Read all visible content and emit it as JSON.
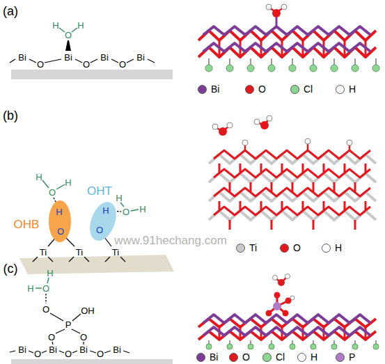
{
  "diagram": {
    "nodes": [
      {
        "text": [
          "OHB",
          "H",
          "O"
        ]
      },
      {
        "text": [
          "OHT",
          "H",
          "O"
        ]
      }
    ],
    "labels": [
      "(a)",
      "H",
      "O",
      "H",
      "Bi",
      "O",
      "Bi",
      "O",
      "Bi",
      "O",
      "Bi",
      "(b)",
      "H",
      "O",
      "H",
      "H",
      "O",
      "H",
      "Ti",
      "Ti",
      "Ti",
      "www.91hechang.com",
      "(c)",
      "H",
      "H",
      "O",
      "O",
      "P",
      "OH",
      "O",
      "O",
      "Bi",
      "O",
      "Bi",
      "O",
      "Bi",
      "O",
      "Bi"
    ],
    "legend": [
      {
        "text": "Bi",
        "color": "#7d3c98"
      },
      {
        "text": "O",
        "color": "#e3171e"
      },
      {
        "text": "Cl",
        "color": "#8fd694"
      },
      {
        "text": "H",
        "color": "#ffffff"
      },
      {
        "text": "Ti",
        "color": "#c8c8c8"
      },
      {
        "text": "O",
        "color": "#e3171e"
      },
      {
        "text": "H",
        "color": "#ffffff"
      },
      {
        "text": "Bi",
        "color": "#7d3c98"
      },
      {
        "text": "O",
        "color": "#e3171e"
      },
      {
        "text": "Cl",
        "color": "#8fd694"
      },
      {
        "text": "H",
        "color": "#ffffff"
      },
      {
        "text": "P",
        "color": "#b07cc6"
      }
    ]
  }
}
